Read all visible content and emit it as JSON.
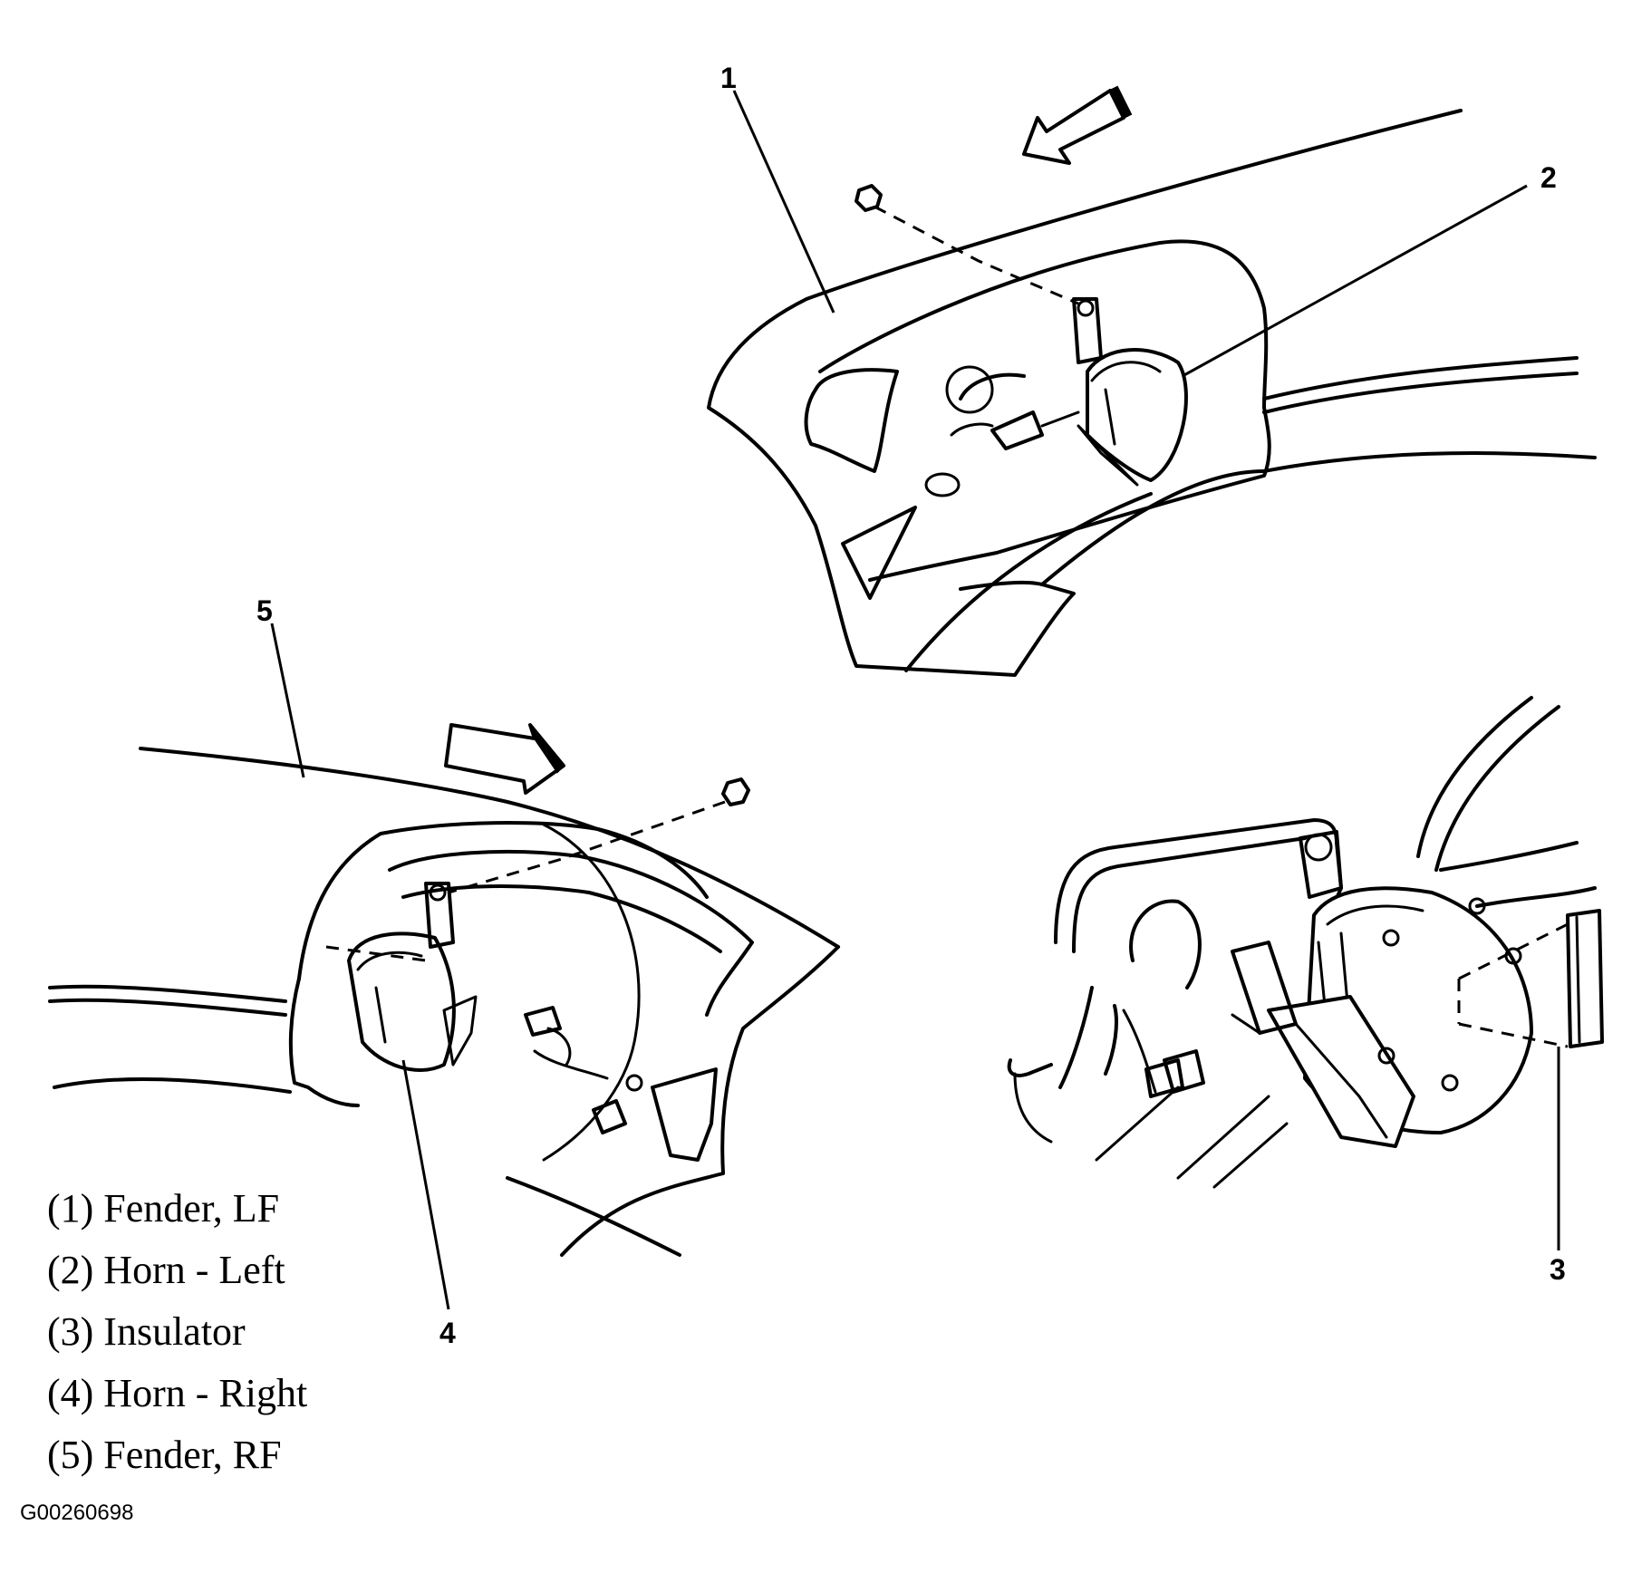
{
  "callouts": {
    "c1": "1",
    "c2": "2",
    "c3": "3",
    "c4": "4",
    "c5": "5"
  },
  "legend": [
    "(1) Fender, LF",
    "(2) Horn - Left",
    "(3) Insulator",
    "(4) Horn - Right",
    "(5) Fender, RF"
  ],
  "figure_id": "G00260698"
}
